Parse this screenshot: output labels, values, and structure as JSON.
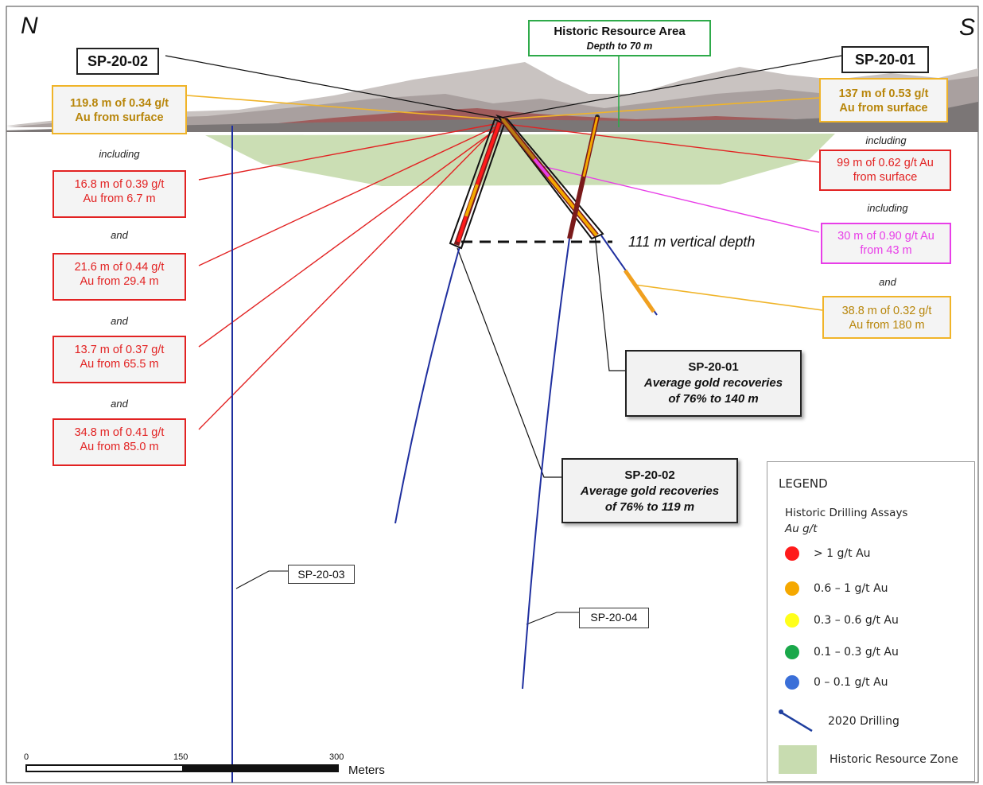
{
  "compass": {
    "north": "N",
    "south": "S"
  },
  "hole_labels": {
    "sp2002": "SP-20-02",
    "sp2001": "SP-20-01",
    "sp2003": "SP-20-03",
    "sp2004": "SP-20-04"
  },
  "historic_area": {
    "title": "Historic Resource Area",
    "subtitle": "Depth to 70 m"
  },
  "left_intercepts": {
    "main": [
      "119.8 m of 0.34 g/t",
      "Au from surface"
    ],
    "connector_including": "including",
    "i1": [
      "16.8 m of 0.39 g/t",
      "Au from 6.7 m"
    ],
    "and1": "and",
    "i2": [
      "21.6 m of 0.44 g/t",
      "Au from 29.4 m"
    ],
    "and2": "and",
    "i3": [
      "13.7 m of 0.37 g/t",
      "Au from 65.5 m"
    ],
    "and3": "and",
    "i4": [
      "34.8 m of 0.41 g/t",
      "Au from 85.0 m"
    ]
  },
  "right_intercepts": {
    "main": [
      "137 m of 0.53 g/t",
      "Au from surface"
    ],
    "including1": "including",
    "r1": [
      "99 m of 0.62 g/t Au",
      "from surface"
    ],
    "including2": "including",
    "r2": [
      "30 m of 0.90 g/t Au",
      "from 43 m"
    ],
    "and": "and",
    "r3": [
      "38.8 m of 0.32 g/t",
      "Au from 180 m"
    ]
  },
  "vertical_depth": "111 m vertical depth",
  "recoveries": {
    "sp2001": {
      "hole": "SP-20-01",
      "line1": "Average gold recoveries",
      "line2": "of 76% to 140 m"
    },
    "sp2002": {
      "hole": "SP-20-02",
      "line1": "Average gold recoveries",
      "line2": "of 76% to 119 m"
    }
  },
  "legend": {
    "title": "LEGEND",
    "subtitle": "Historic Drilling Assays",
    "unit": "Au g/t",
    "items": [
      {
        "label": "> 1 g/t Au",
        "color": "#ff1a1a"
      },
      {
        "label": "0.6  – 1 g/t Au",
        "color": "#f5a800"
      },
      {
        "label": "0.3  – 0.6 g/t Au",
        "color": "#ffff1a"
      },
      {
        "label": "0.1  – 0.3 g/t Au",
        "color": "#1aa84a"
      },
      {
        "label": "0 – 0.1 g/t Au",
        "color": "#3a6fd8"
      }
    ],
    "drilling_label": "2020 Drilling",
    "zone_label": "Historic Resource Zone",
    "zone_color": "#c8dcb0",
    "drill_color": "#1f3f9f"
  },
  "scale_bar": {
    "ticks": [
      "0",
      "150",
      "300"
    ],
    "unit": "Meters"
  }
}
